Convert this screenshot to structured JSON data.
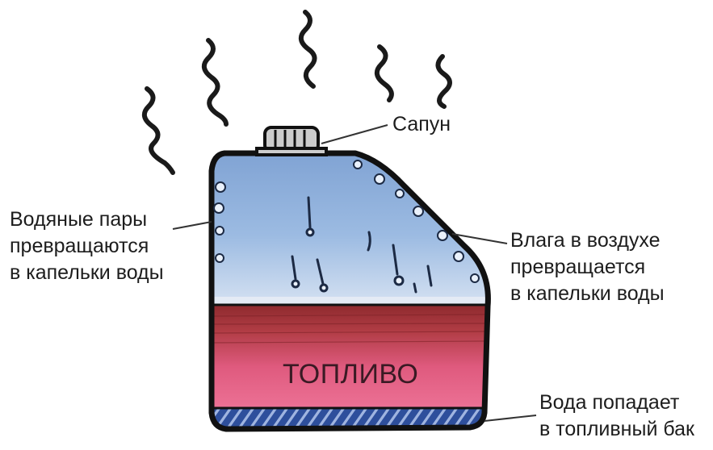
{
  "labels": {
    "vent": "Сапун",
    "left": [
      "Водяные пары",
      "превращаются",
      "в капельки воды"
    ],
    "right": [
      "Влага в воздухе",
      "превращается",
      "в капельки воды"
    ],
    "bottom": [
      "Вода попадает",
      "в топливный бак"
    ],
    "fuel": "ТОПЛИВО"
  },
  "colors": {
    "air": "#8fb1da",
    "air_light": "#c9d9ee",
    "fuel_top": "#9a2e33",
    "fuel_bottom": "#e8668a",
    "water": "#3a5aa6",
    "outline": "#111111"
  },
  "icons": [
    "vapor-wave-icon",
    "vent-cap-icon",
    "droplet-icon"
  ]
}
